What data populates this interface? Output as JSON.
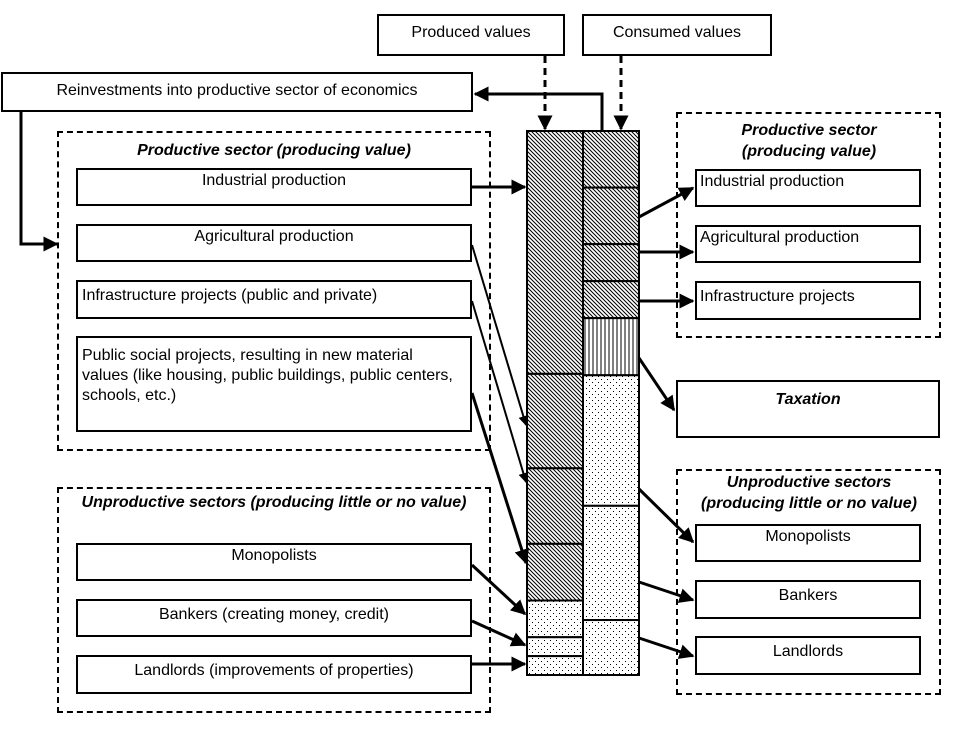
{
  "diagram": {
    "header_boxes": {
      "produced": "Produced values",
      "consumed": "Consumed values"
    },
    "reinvestment": "Reinvestments into productive sector of economics",
    "left_productive": {
      "title": "Productive sector (producing value)",
      "items": [
        "Industrial production",
        "Agricultural production",
        "Infrastructure projects (public and private)",
        "Public social projects, resulting in new material values (like housing, public buildings, public centers, schools, etc.)"
      ]
    },
    "left_unproductive": {
      "title": "Unproductive sectors (producing little or no value)",
      "items": [
        "Monopolists",
        "Bankers (creating money, credit)",
        "Landlords (improvements of properties)"
      ]
    },
    "right_productive": {
      "title_line1": "Productive sector",
      "title_line2": "(producing value)",
      "items": [
        "Industrial production",
        "Agricultural production",
        "Infrastructure projects"
      ]
    },
    "taxation": "Taxation",
    "right_unproductive": {
      "title_line1": "Unproductive sectors",
      "title_line2": "(producing little or no value)",
      "items": [
        "Monopolists",
        "Bankers",
        "Landlords"
      ]
    },
    "columns": {
      "produced": {
        "label": "Produced values",
        "segments": [
          {
            "source": "Industrial production",
            "share": 0.45,
            "pattern": "diagonal-hatch"
          },
          {
            "source": "Agricultural production",
            "share": 0.175,
            "pattern": "diagonal-hatch"
          },
          {
            "source": "Infrastructure projects (public and private)",
            "share": 0.14,
            "pattern": "diagonal-hatch"
          },
          {
            "source": "Public social projects",
            "share": 0.105,
            "pattern": "diagonal-hatch"
          },
          {
            "source": "Monopolists",
            "share": 0.068,
            "pattern": "dots"
          },
          {
            "source": "Bankers",
            "share": 0.035,
            "pattern": "dots"
          },
          {
            "source": "Landlords",
            "share": 0.035,
            "pattern": "dots"
          }
        ]
      },
      "consumed": {
        "label": "Consumed values",
        "segments": [
          {
            "target": "Reinvestments",
            "share": 0.104,
            "pattern": "diagonal-hatch"
          },
          {
            "target": "Industrial production",
            "share": 0.104,
            "pattern": "diagonal-hatch"
          },
          {
            "target": "Agricultural production",
            "share": 0.068,
            "pattern": "diagonal-hatch"
          },
          {
            "target": "Infrastructure projects",
            "share": 0.068,
            "pattern": "diagonal-hatch"
          },
          {
            "target": "Taxation",
            "share": 0.105,
            "pattern": "vertical-hatch"
          },
          {
            "target": "Monopolists",
            "share": 0.24,
            "pattern": "dots"
          },
          {
            "target": "Bankers",
            "share": 0.21,
            "pattern": "dots"
          },
          {
            "target": "Landlords",
            "share": 0.101,
            "pattern": "dots"
          }
        ]
      }
    }
  }
}
